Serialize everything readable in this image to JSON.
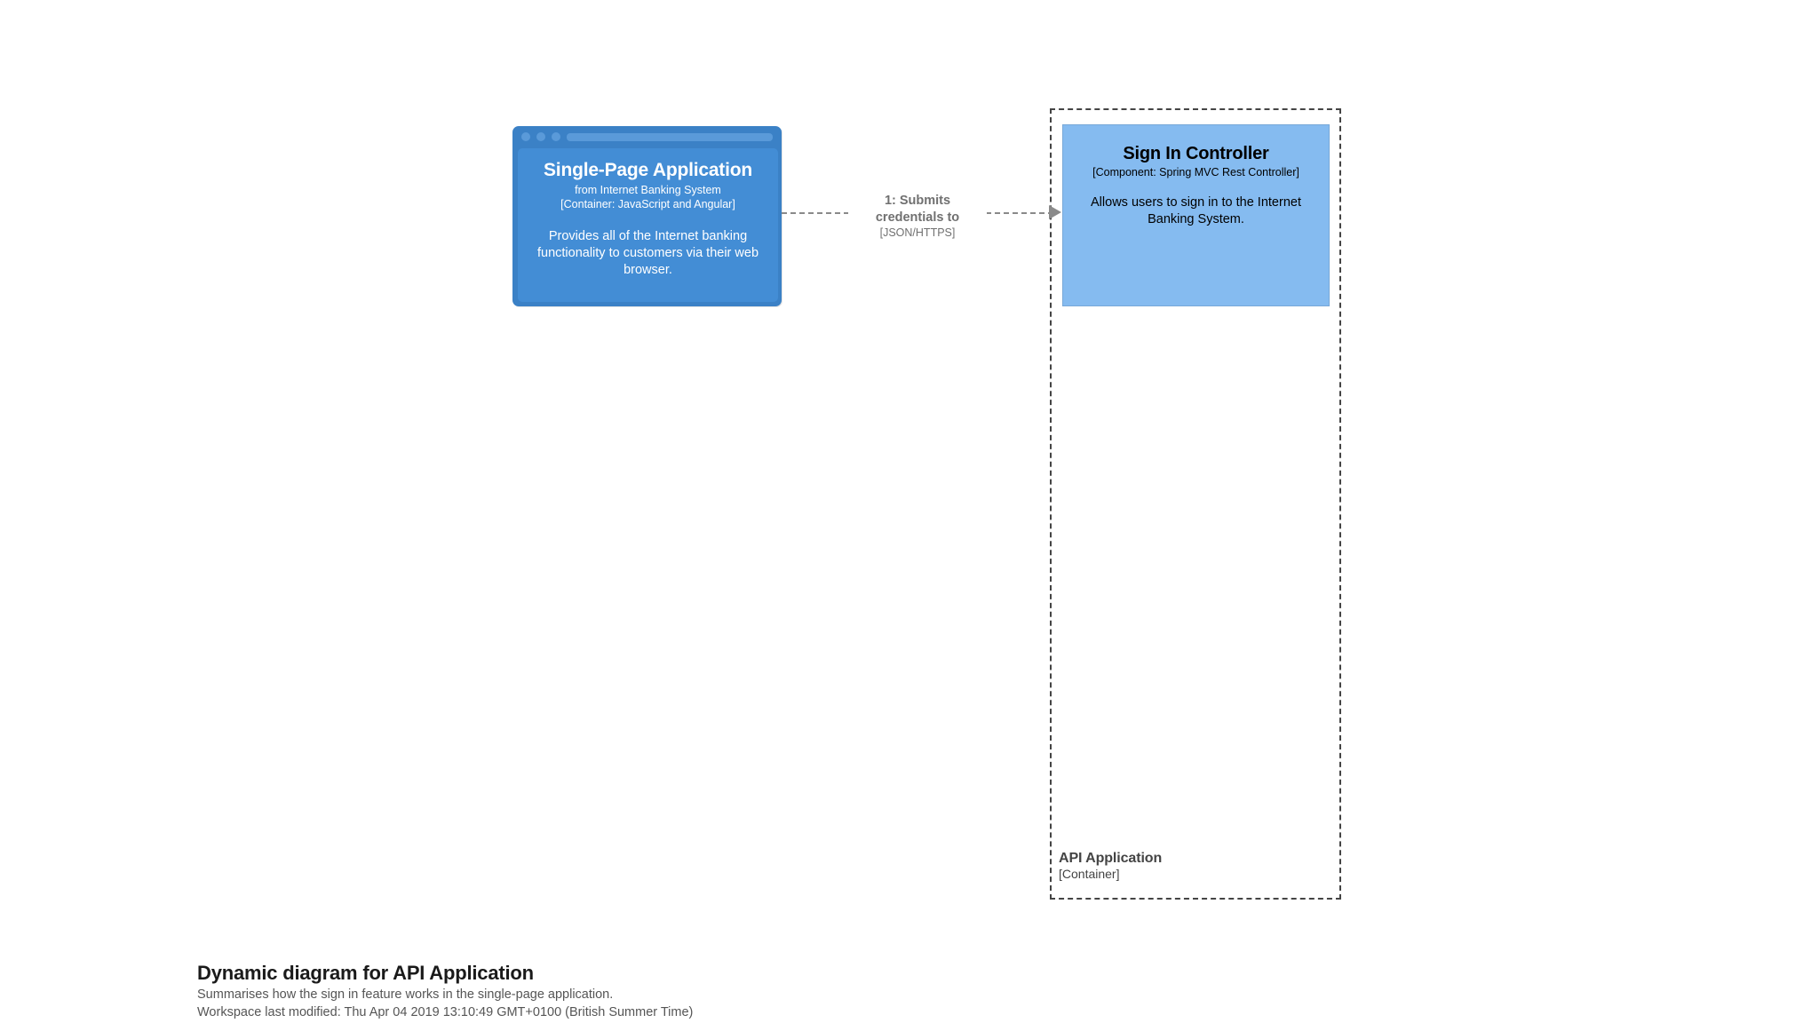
{
  "diagram": {
    "type": "dynamic",
    "boundary": {
      "name": "API Application",
      "type_label": "[Container]",
      "style": "dashed"
    },
    "elements": [
      {
        "id": "spa",
        "shape": "web-browser",
        "name": "Single-Page Application",
        "from": "from Internet Banking System",
        "technology": "[Container: JavaScript and Angular]",
        "description": "Provides all of the Internet banking functionality to customers via their web browser.",
        "background": "#438dd5",
        "border": "#3b81c6",
        "color": "#ffffff"
      },
      {
        "id": "signin-controller",
        "shape": "box",
        "name": "Sign In Controller",
        "technology": "[Component: Spring MVC Rest Controller]",
        "description": "Allows users to sign in to the Internet Banking System.",
        "background": "#85bbf0",
        "border": "#78a8d8",
        "color": "#000000"
      }
    ],
    "relationships": [
      {
        "order": "1",
        "source": "spa",
        "destination": "signin-controller",
        "description": "1: Submits credentials to",
        "technology": "[JSON/HTTPS]",
        "line": "dashed",
        "color": "#8a8a8a"
      }
    ]
  },
  "footer": {
    "title": "Dynamic diagram for API Application",
    "subtitle": "Summarises how the sign in feature works in the single-page application.",
    "last_modified": "Workspace last modified: Thu Apr 04 2019 13:10:49 GMT+0100 (British Summer Time)"
  }
}
